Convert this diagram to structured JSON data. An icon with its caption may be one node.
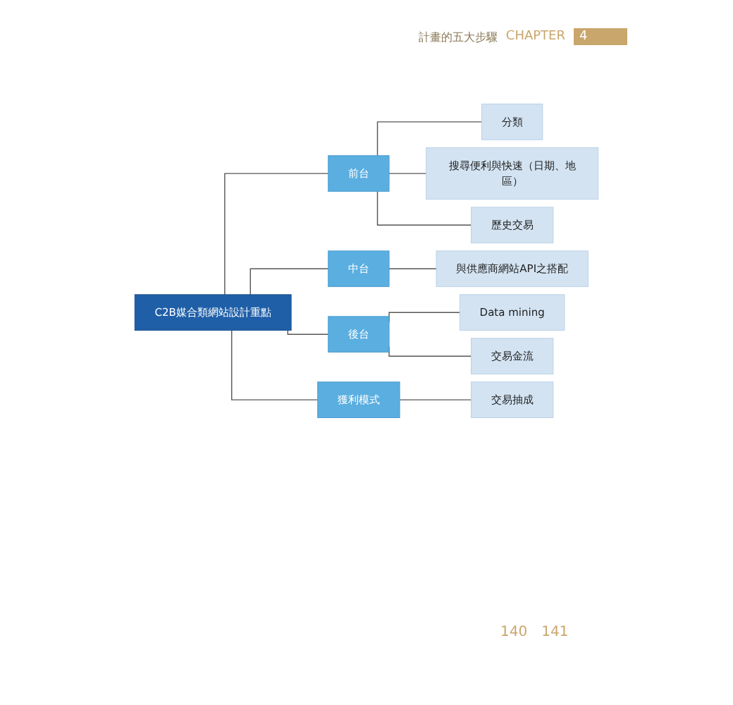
{
  "diagram": {
    "nodes": [
      {
        "text": [
          "C2B媒合類網站設計重點"
        ]
      },
      {
        "text": [
          "前台"
        ]
      },
      {
        "text": [
          "分類"
        ]
      },
      {
        "text": [
          "搜尋便利與快速（日期、地區）"
        ]
      },
      {
        "text": [
          "歷史交易"
        ]
      },
      {
        "text": [
          "中台"
        ]
      },
      {
        "text": [
          "與供應商網站API之搭配"
        ]
      },
      {
        "text": [
          "後台"
        ]
      },
      {
        "text": [
          "Data mining"
        ]
      },
      {
        "text": [
          "交易金流"
        ]
      },
      {
        "text": [
          "獲利模式"
        ]
      },
      {
        "text": [
          "交易抽成"
        ]
      }
    ],
    "edges": [
      {
        "from": 0,
        "to": 1,
        "arrow": "none"
      },
      {
        "from": 1,
        "to": 2,
        "arrow": "none"
      },
      {
        "from": 1,
        "to": 3,
        "arrow": "none"
      },
      {
        "from": 1,
        "to": 4,
        "arrow": "none"
      },
      {
        "from": 0,
        "to": 5,
        "arrow": "none"
      },
      {
        "from": 5,
        "to": 6,
        "arrow": "none"
      },
      {
        "from": 0,
        "to": 7,
        "arrow": "none"
      },
      {
        "from": 7,
        "to": 8,
        "arrow": "none"
      },
      {
        "from": 7,
        "to": 9,
        "arrow": "none"
      },
      {
        "from": 0,
        "to": 10,
        "arrow": "none"
      },
      {
        "from": 10,
        "to": 11,
        "arrow": "none"
      }
    ],
    "labels": [
      "計畫的五大步驟",
      "CHAPTER",
      "4",
      "140",
      "141"
    ]
  }
}
